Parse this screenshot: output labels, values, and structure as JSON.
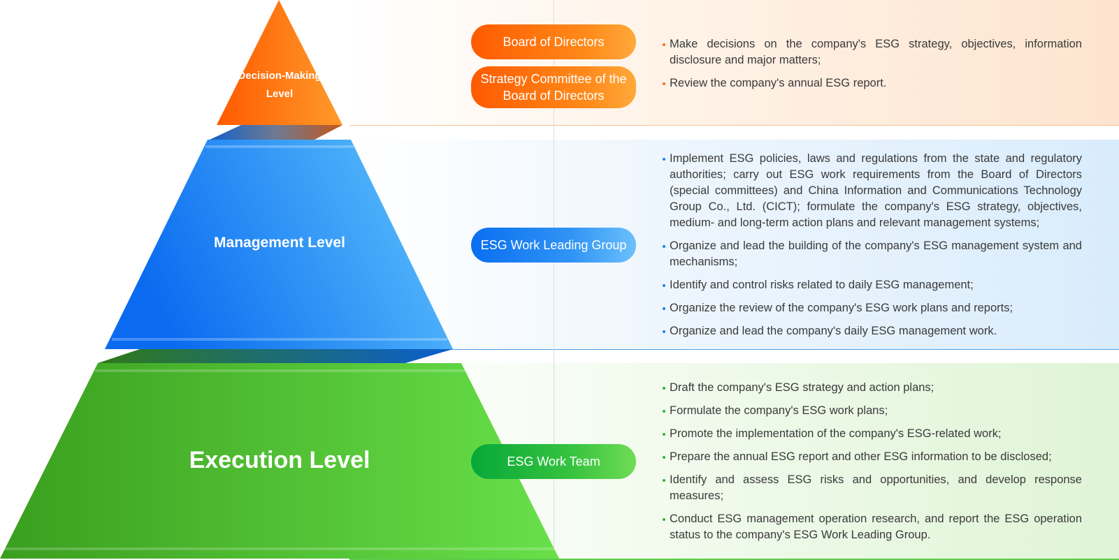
{
  "colors": {
    "decision": "#ff7a10",
    "management": "#1880f2",
    "execution": "#4fc93a"
  },
  "levels": {
    "decision": {
      "label": "Decision-Making Level",
      "bodies": [
        "Board of Directors",
        "Strategy Committee of the Board of Directors"
      ],
      "duties": [
        "Make decisions on the company's ESG strategy, objectives, information disclosure and major matters;",
        "Review the company's annual ESG report."
      ]
    },
    "management": {
      "label": "Management Level",
      "bodies": [
        "ESG Work Leading Group"
      ],
      "duties": [
        "Implement ESG policies, laws and regulations from the state and regulatory authorities; carry out ESG work requirements from the Board of Directors (special committees) and China Information and Communications Technology Group Co., Ltd. (CICT); formulate the company's ESG strategy, objectives, medium- and long-term action plans and relevant management systems;",
        "Organize and lead the building of the company's ESG management system and mechanisms;",
        "Identify and control risks related to daily ESG management;",
        "Organize the review of the company's ESG work plans and reports;",
        "Organize and lead the company's daily ESG management work."
      ]
    },
    "execution": {
      "label": "Execution Level",
      "bodies": [
        "ESG Work Team"
      ],
      "duties": [
        "Draft the company's ESG strategy and action plans;",
        "Formulate the company's ESG work plans;",
        "Promote the implementation of the company's ESG-related work;",
        "Prepare the annual ESG report and other ESG information to be disclosed;",
        "Identify and assess ESG risks and opportunities, and develop response measures;",
        "Conduct ESG management operation research, and report the ESG operation status to the company's ESG Work Leading Group."
      ]
    }
  }
}
